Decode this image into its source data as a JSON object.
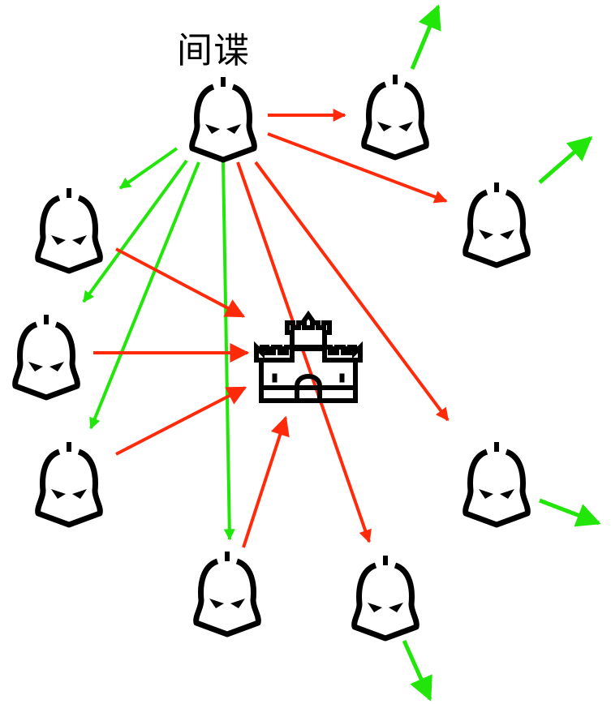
{
  "spy_label": "间谍",
  "colors": {
    "red": "#ff2a0a",
    "green": "#22e60a",
    "ink": "#000000"
  },
  "nodes": [
    {
      "id": "spy",
      "icon": "helmet-icon",
      "role": "spy"
    },
    {
      "id": "soldier-top-right",
      "icon": "helmet-icon"
    },
    {
      "id": "soldier-right",
      "icon": "helmet-icon"
    },
    {
      "id": "soldier-left-1",
      "icon": "helmet-icon"
    },
    {
      "id": "soldier-left-2",
      "icon": "helmet-icon"
    },
    {
      "id": "soldier-left-3",
      "icon": "helmet-icon"
    },
    {
      "id": "soldier-bottom-mid",
      "icon": "helmet-icon"
    },
    {
      "id": "soldier-bottom-right",
      "icon": "helmet-icon"
    },
    {
      "id": "soldier-right-lower",
      "icon": "helmet-icon"
    },
    {
      "id": "castle",
      "icon": "castle-icon"
    }
  ],
  "edges": [
    {
      "from": "spy",
      "to": "soldier-left-1",
      "color": "green"
    },
    {
      "from": "spy",
      "to": "soldier-left-2",
      "color": "green"
    },
    {
      "from": "spy",
      "to": "soldier-left-3",
      "color": "green"
    },
    {
      "from": "spy",
      "to": "soldier-bottom-mid",
      "color": "green"
    },
    {
      "from": "spy",
      "to": "soldier-top-right",
      "color": "red"
    },
    {
      "from": "spy",
      "to": "soldier-right",
      "color": "red"
    },
    {
      "from": "spy",
      "to": "soldier-right-lower",
      "color": "red"
    },
    {
      "from": "spy",
      "to": "soldier-bottom-right",
      "color": "red"
    },
    {
      "from": "soldier-left-1",
      "to": "castle",
      "color": "red"
    },
    {
      "from": "soldier-left-2",
      "to": "castle",
      "color": "red"
    },
    {
      "from": "soldier-left-3",
      "to": "castle",
      "color": "red"
    },
    {
      "from": "soldier-bottom-mid",
      "to": "castle",
      "color": "red"
    },
    {
      "from": "soldier-top-right",
      "to": "away",
      "color": "green"
    },
    {
      "from": "soldier-right",
      "to": "away",
      "color": "green"
    },
    {
      "from": "soldier-right-lower",
      "to": "away",
      "color": "green"
    },
    {
      "from": "soldier-bottom-right",
      "to": "away",
      "color": "green"
    }
  ]
}
